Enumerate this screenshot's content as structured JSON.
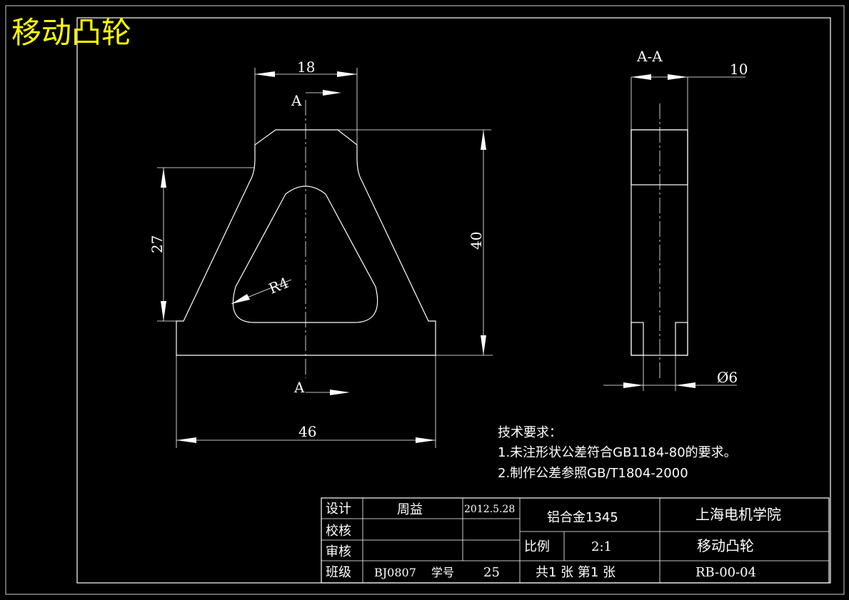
{
  "title": "移动凸轮",
  "view_main": {
    "dim_top": "18",
    "dim_left": "27",
    "dim_right": "40",
    "dim_bottom": "46",
    "radius": "R4",
    "section_mark_top": "A",
    "section_mark_bottom": "A"
  },
  "view_section": {
    "label": "A-A",
    "dim_width": "10",
    "dim_hole": "Ø6"
  },
  "tech_req": {
    "heading": "技术要求：",
    "line1": "1.未注形状公差符合GB1184-80的要求。",
    "line2": "2.制作公差参照GB/T1804-2000"
  },
  "title_block": {
    "design_label": "设计",
    "designer": "周益",
    "date": "2012.5.28",
    "check_label": "校核",
    "review_label": "审核",
    "class_label": "班级",
    "class_value": "BJ0807",
    "student_no_label": "学号",
    "student_no": "25",
    "material": "铝合金1345",
    "scale_label": "比例",
    "scale_value": "2:1",
    "sheets": "共1 张   第1  张",
    "institution": "上海电机学院",
    "part_name": "移动凸轮",
    "drawing_no": "RB-00-04"
  }
}
